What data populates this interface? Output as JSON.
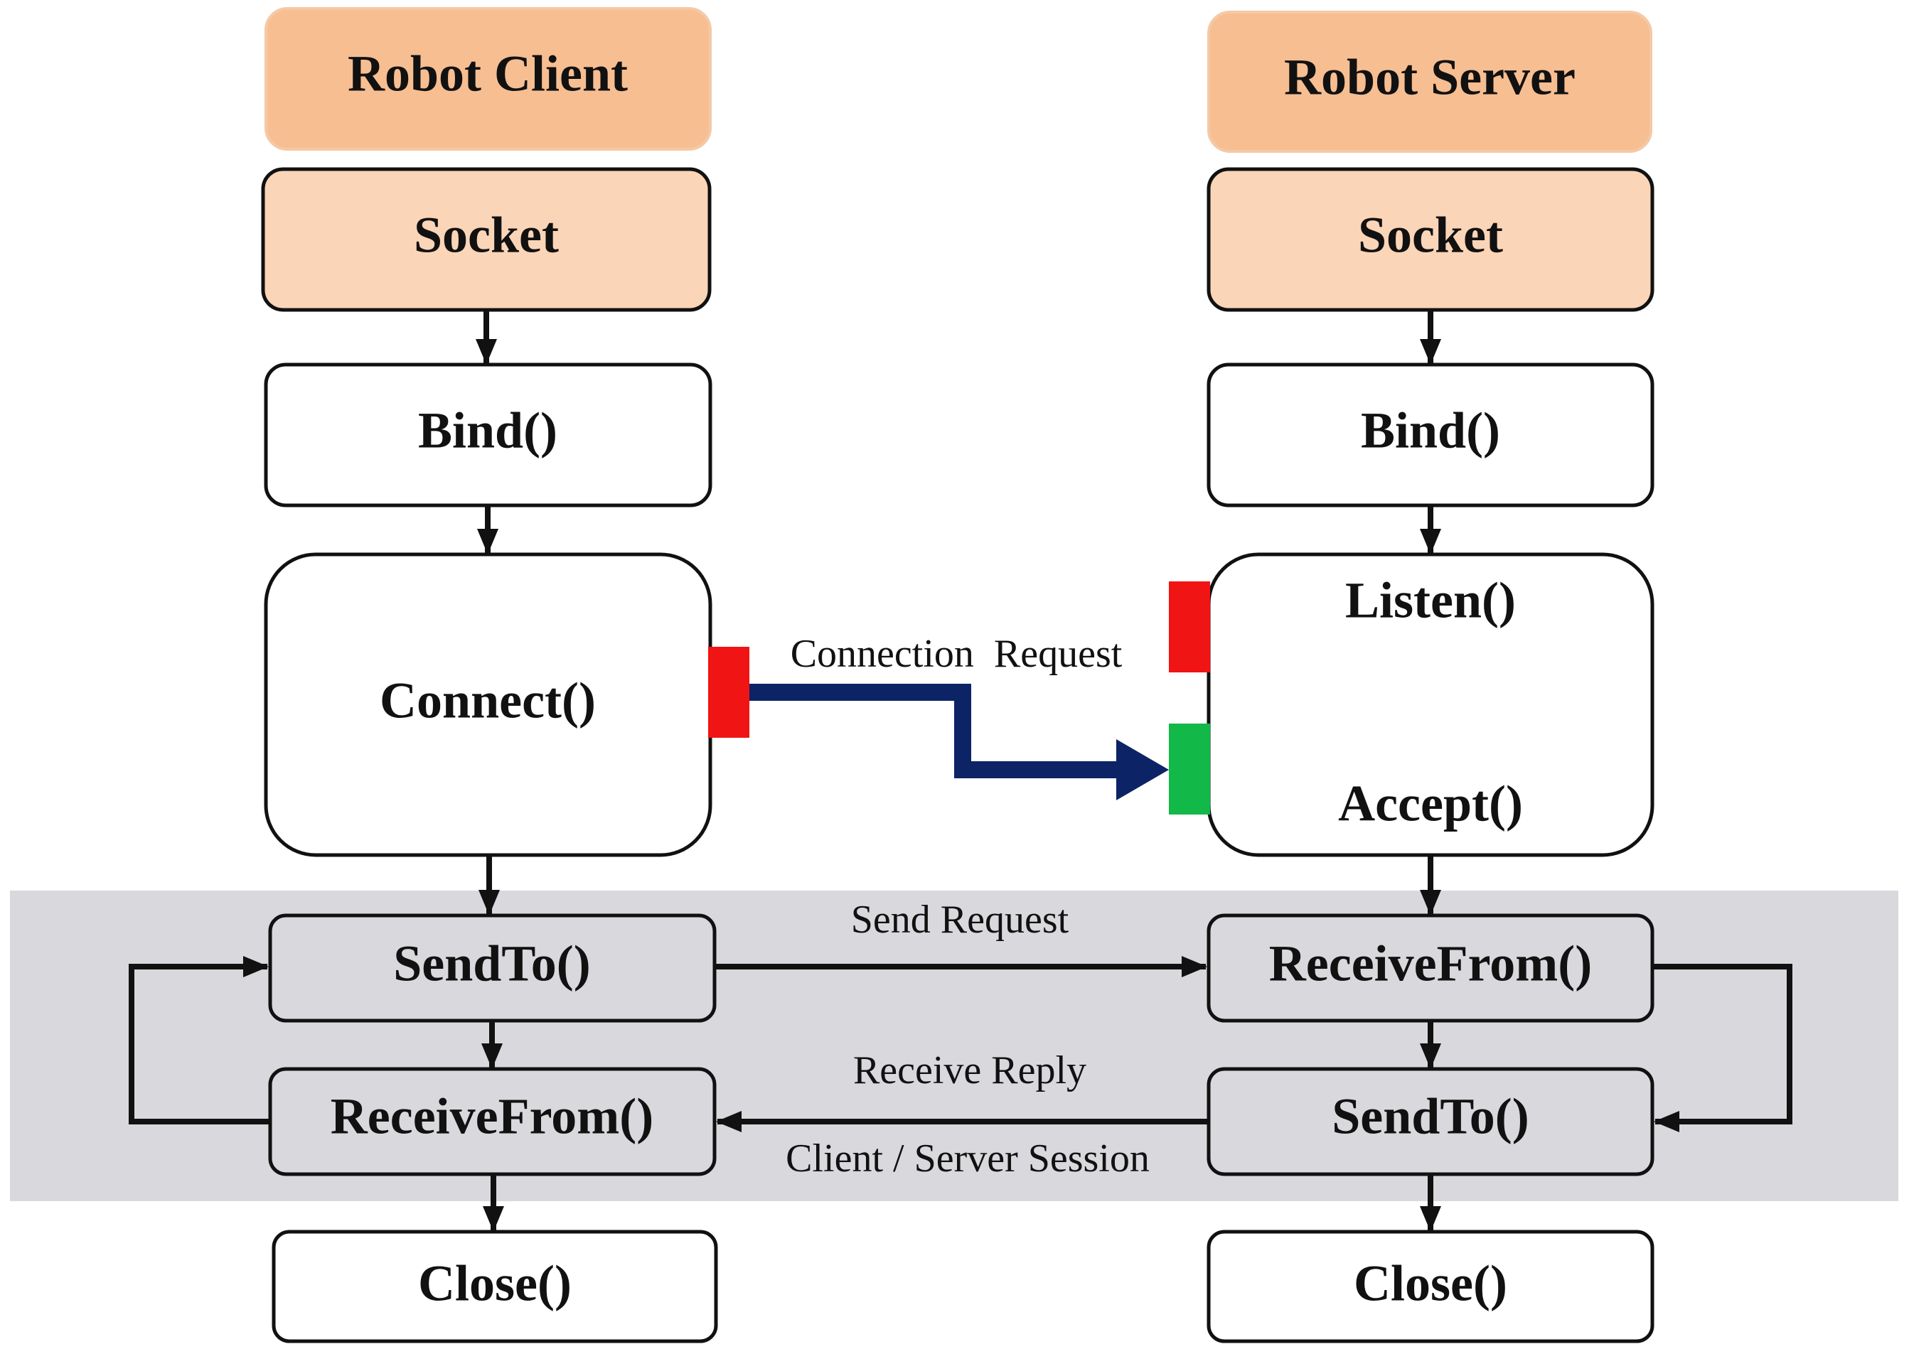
{
  "client": {
    "title": "Robot Client",
    "socket": "Socket",
    "bind": "Bind()",
    "connect": "Connect()",
    "send_to": "SendTo()",
    "receive_from": "ReceiveFrom()",
    "close": "Close()"
  },
  "server": {
    "title": "Robot Server",
    "socket": "Socket",
    "bind": "Bind()",
    "listen": "Listen()",
    "accept": "Accept()",
    "receive_from": "ReceiveFrom()",
    "send_to": "SendTo()",
    "close": "Close()"
  },
  "edges": {
    "connection_request": "Connection  Request",
    "send_request": "Send Request",
    "receive_reply": "Receive Reply"
  },
  "session": {
    "label": "Client / Server Session"
  },
  "colors": {
    "title_fill": "#F7BE92",
    "socket_fill": "#FBD5B7",
    "session_band": "#D9D8DC",
    "connection_arrow": "#0C2466",
    "red_port": "#F01414",
    "green_port": "#12B848"
  }
}
